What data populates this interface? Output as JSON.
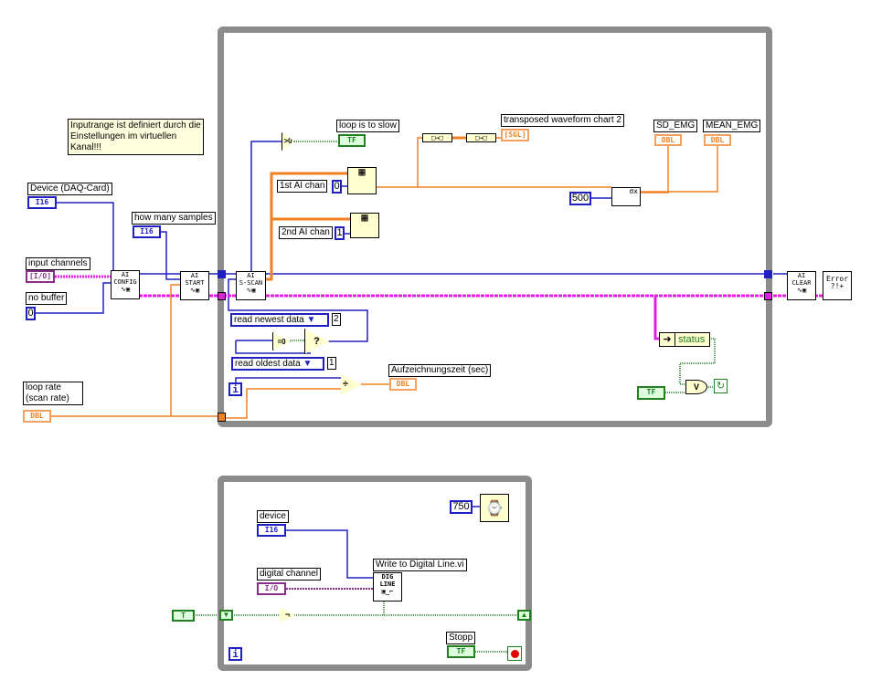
{
  "comment": "Inputrange ist definiert durch die Einstellungen im virtuellen Kanal!!!",
  "controls": {
    "device_daq": {
      "label": "Device (DAQ-Card)",
      "type": "I16"
    },
    "input_channels": {
      "label": "input channels",
      "type": "[I/O]"
    },
    "no_buffer": {
      "label": "no buffer",
      "value": "0"
    },
    "how_many_samples": {
      "label": "how many samples",
      "type": "I16"
    },
    "loop_rate": {
      "label": "loop rate (scan rate)",
      "type": "DBL"
    },
    "device": {
      "label": "device",
      "type": "I16"
    },
    "digital_channel": {
      "label": "digital channel",
      "type": "I/O"
    },
    "stopp": {
      "label": "Stopp",
      "type": "TF"
    }
  },
  "indicators": {
    "loop_slow": {
      "label": "loop is to slow",
      "type": "TF"
    },
    "waveform": {
      "label": "transposed waveform chart 2",
      "type": "[SGL]"
    },
    "sd_emg": {
      "label": "SD_EMG",
      "type": "DBL"
    },
    "mean_emg": {
      "label": "MEAN_EMG",
      "type": "DBL"
    },
    "aufzeichnung": {
      "label": "Aufzeichnungszeit (sec)",
      "type": "DBL"
    }
  },
  "constants": {
    "first_ai_label": "1st AI chan",
    "first_ai": "0",
    "second_ai_label": "2nd AI chan",
    "second_ai": "1",
    "std_len": "500",
    "read_newest": "read newest data",
    "read_newest_val": "2",
    "read_oldest": "read oldest data",
    "read_oldest_val": "1",
    "wait_ms": "750",
    "tf_const": "TF",
    "true_const": "T"
  },
  "nodes": {
    "ai_config": [
      "AI",
      "CONFIG"
    ],
    "ai_start": [
      "AI",
      "START"
    ],
    "ai_scan": [
      "AI",
      "S-SCAN"
    ],
    "ai_clear": [
      "AI",
      "CLEAR"
    ],
    "error": "Error ?!+",
    "gt0": ">0",
    "eq0": "=0",
    "divide": "÷",
    "or": "V",
    "not": "¬",
    "status": "status",
    "dig_line": [
      "DIG",
      "LINE"
    ],
    "write_dig_label": "Write to Digital Line.vi",
    "iteration": "i",
    "sigma": "σx"
  },
  "colors": {
    "int": "#2020c0",
    "dbl": "#f08020",
    "error": "#e020e0",
    "bool": "#208020",
    "io": "#8a2e8a",
    "loop": "#8c8c8c"
  }
}
